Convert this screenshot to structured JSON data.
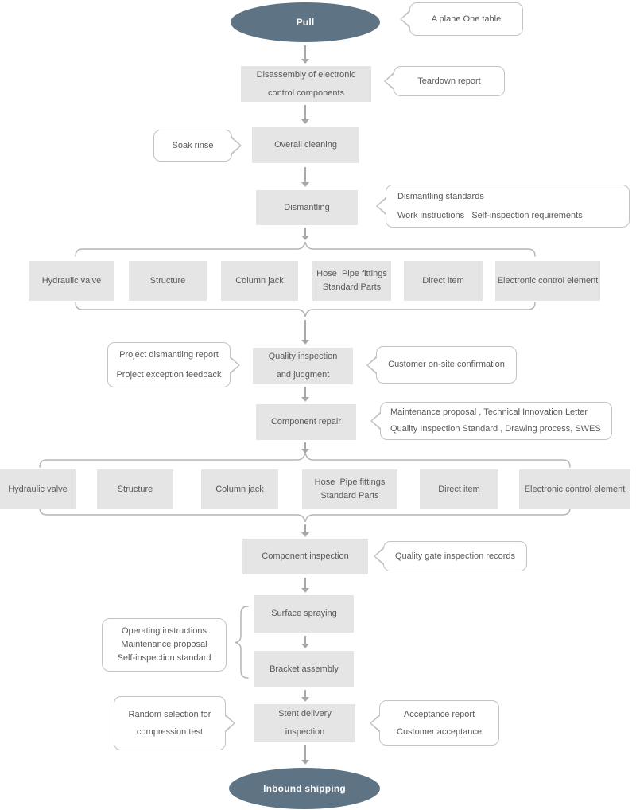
{
  "colors": {
    "terminal_bg": "#5e7383",
    "terminal_text": "#ffffff",
    "box_bg": "#e5e5e5",
    "text": "#595959",
    "callout_border": "#c3c3c3",
    "connector": "#a8a8a8"
  },
  "terminals": {
    "start": "Pull",
    "end": "Inbound shipping"
  },
  "steps": {
    "disassembly": [
      "Disassembly of electronic",
      "control components"
    ],
    "overall_cleaning": "Overall cleaning",
    "dismantling": "Dismantling",
    "quality_inspection": [
      "Quality inspection",
      "and judgment"
    ],
    "component_repair": "Component repair",
    "component_inspection": "Component inspection",
    "surface_spraying": "Surface spraying",
    "bracket_assembly": "Bracket assembly",
    "stent_delivery": [
      "Stent delivery",
      "inspection"
    ]
  },
  "rows": {
    "row1": [
      "Hydraulic valve",
      "Structure",
      "Column jack",
      [
        "Hose  Pipe fittings",
        "Standard Parts"
      ],
      "Direct item",
      "Electronic control element"
    ],
    "row2": [
      "Hydraulic valve",
      "Structure",
      "Column jack",
      [
        "Hose  Pipe fittings",
        "Standard Parts"
      ],
      "Direct item",
      "Electronic control element"
    ]
  },
  "callouts": {
    "plane_table": "A plane One table",
    "teardown": "Teardown report",
    "soak_rinse": "Soak rinse",
    "dismantling_std": [
      "Dismantling standards",
      "Work instructions   Self-inspection requirements"
    ],
    "project_feedback": [
      "Project dismantling report",
      "Project exception feedback"
    ],
    "customer_confirm": "Customer on-site confirmation",
    "maintenance": [
      "Maintenance proposal , Technical Innovation Letter",
      "Quality Inspection Standard , Drawing process, SWES"
    ],
    "quality_gate": "Quality gate inspection records",
    "operating": [
      "Operating instructions",
      "Maintenance proposal",
      "Self-inspection standard"
    ],
    "random_test": [
      "Random selection for",
      "compression test"
    ],
    "acceptance": [
      "Acceptance report",
      "Customer acceptance"
    ]
  }
}
